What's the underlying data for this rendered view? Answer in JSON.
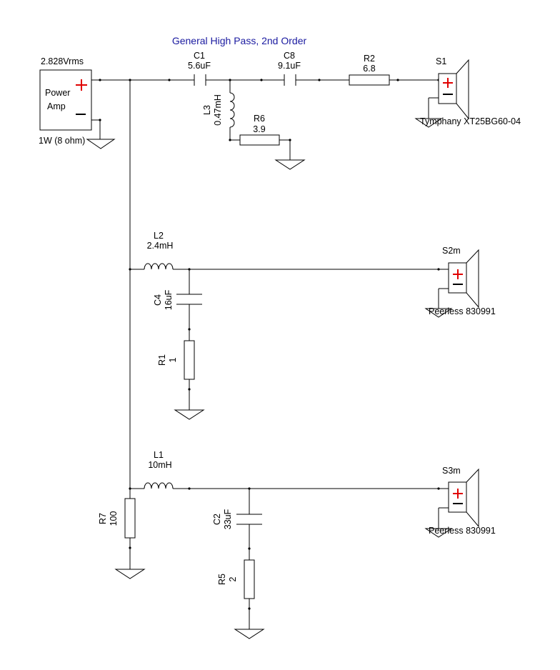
{
  "title": "General High Pass, 2nd Order",
  "amp": {
    "voltage": "2.828Vrms",
    "line1": "Power",
    "line2": "Amp",
    "power": "1W (8 ohm)"
  },
  "hp": {
    "c1": {
      "ref": "C1",
      "value": "5.6uF"
    },
    "c8": {
      "ref": "C8",
      "value": "9.1uF"
    },
    "r2": {
      "ref": "R2",
      "value": "6.8"
    },
    "l3": {
      "ref": "L3",
      "value": "0.47mH"
    },
    "r6": {
      "ref": "R6",
      "value": "3.9"
    },
    "speaker": {
      "ref": "S1",
      "model": "Tymphany XT25BG60-04"
    }
  },
  "mid": {
    "l2": {
      "ref": "L2",
      "value": "2.4mH"
    },
    "c4": {
      "ref": "C4",
      "value": "16uF"
    },
    "r1": {
      "ref": "R1",
      "value": "1"
    },
    "speaker": {
      "ref": "S2m",
      "model": "Peerless 830991"
    }
  },
  "low": {
    "l1": {
      "ref": "L1",
      "value": "10mH"
    },
    "c2": {
      "ref": "C2",
      "value": "33uF"
    },
    "r5": {
      "ref": "R5",
      "value": "2"
    },
    "r7": {
      "ref": "R7",
      "value": "100"
    },
    "speaker": {
      "ref": "S3m",
      "model": "Peerless 830991"
    }
  },
  "colors": {
    "title": "#1a1aa0",
    "plus": "#e00000",
    "wire": "#000000"
  }
}
